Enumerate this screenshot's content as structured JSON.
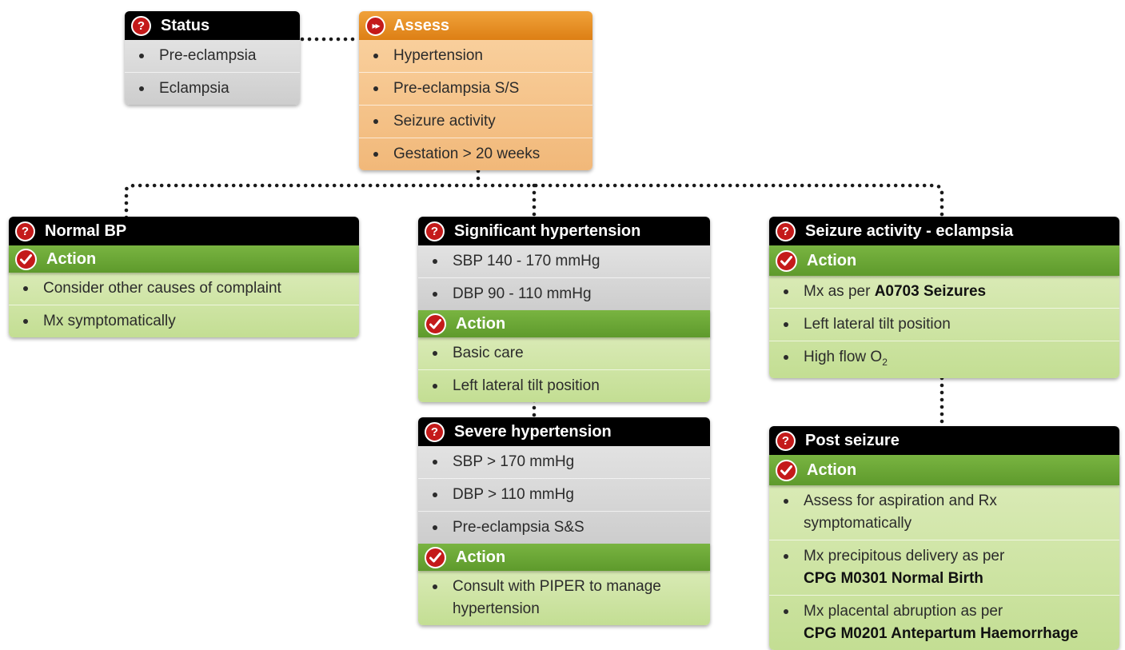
{
  "status": {
    "title": "Status",
    "items": [
      "Pre-eclampsia",
      "Eclampsia"
    ]
  },
  "assess": {
    "title": "Assess",
    "items": [
      "Hypertension",
      "Pre-eclampsia S/S",
      "Seizure activity",
      "Gestation > 20 weeks"
    ]
  },
  "normal_bp": {
    "title": "Normal BP",
    "action_label": "Action",
    "actions": [
      "Consider other causes of complaint",
      "Mx symptomatically"
    ]
  },
  "significant_hypertension": {
    "title": "Significant hypertension",
    "criteria": [
      "SBP 140 - 170 mmHg",
      "DBP 90 - 110 mmHg"
    ],
    "action_label": "Action",
    "actions": [
      "Basic care",
      "Left lateral tilt position"
    ]
  },
  "severe_hypertension": {
    "title": "Severe hypertension",
    "criteria": [
      "SBP > 170 mmHg",
      "DBP > 110 mmHg",
      "Pre-eclampsia S&S"
    ],
    "action_label": "Action",
    "actions": [
      "Consult with PIPER to manage hypertension"
    ]
  },
  "seizure": {
    "title": "Seizure activity - eclampsia",
    "action_label": "Action",
    "mx_prefix": "Mx as per ",
    "mx_ref": "A0703 Seizures",
    "tilt": "Left lateral tilt position",
    "o2_prefix": "High flow O",
    "o2_sub": "2"
  },
  "post_seizure": {
    "title": "Post seizure",
    "action_label": "Action",
    "aspiration": "Assess for aspiration and Rx symptomatically",
    "delivery_prefix": "Mx precipitous delivery as per",
    "delivery_ref": "CPG M0301 Normal Birth",
    "abruption_prefix": "Mx placental abruption as per",
    "abruption_ref": "CPG M0201 Antepartum Haemorrhage"
  },
  "icons": {
    "question": "question-icon",
    "forward": "fast-forward-icon",
    "check": "check-icon"
  },
  "colors": {
    "header": "#000000",
    "assess_header": "#e8921f",
    "action": "#6aa535",
    "icon_red": "#c41a1a"
  }
}
